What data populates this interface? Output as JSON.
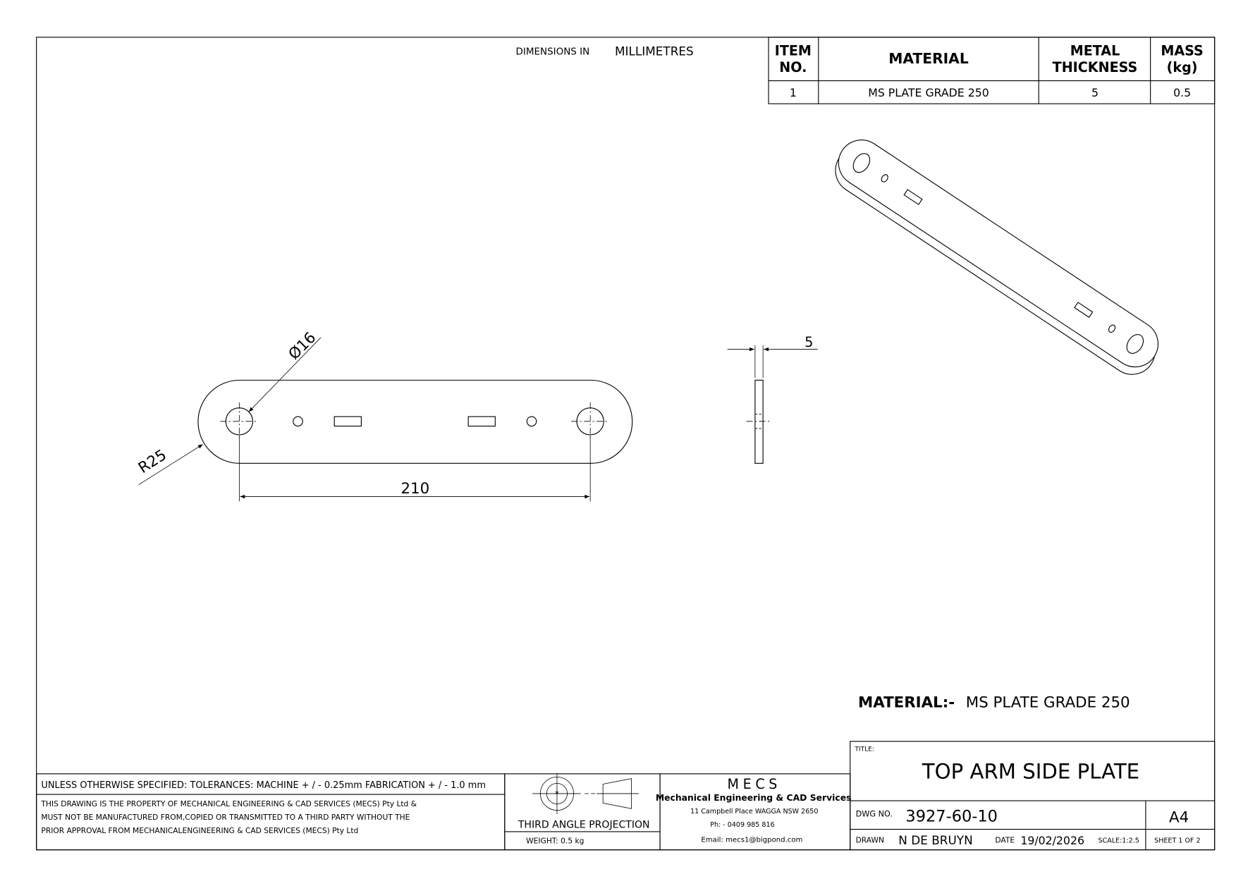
{
  "header": {
    "dimensions_label": "DIMENSIONS IN",
    "dimensions_unit": "MILLIMETRES"
  },
  "bom": {
    "headers": {
      "item_1": "ITEM",
      "item_2": "NO.",
      "material": "MATERIAL",
      "thickness_1": "METAL",
      "thickness_2": "THICKNESS",
      "mass_1": "MASS",
      "mass_2": "(kg)"
    },
    "rows": [
      {
        "item": "1",
        "material": "MS PLATE GRADE 250",
        "thickness": "5",
        "mass": "0.5"
      }
    ]
  },
  "dimensions": {
    "hole_dia": "Ø16",
    "radius": "R25",
    "length": "210",
    "thickness": "5"
  },
  "material_note": {
    "label": "MATERIAL:-",
    "value": "MS PLATE GRADE 250"
  },
  "notes": {
    "tolerances": "UNLESS OTHERWISE SPECIFIED: TOLERANCES: MACHINE + / - 0.25mm  FABRICATION + / - 1.0 mm",
    "property_lines": [
      "THIS DRAWING IS THE PROPERTY OF MECHANICAL ENGINEERING & CAD SERVICES (MECS) Pty Ltd &",
      "MUST NOT BE MANUFACTURED FROM,COPIED OR TRANSMITTED TO A THIRD PARTY WITHOUT THE",
      "PRIOR APPROVAL FROM MECHANICALENGINEERING & CAD SERVICES (MECS) Pty Ltd"
    ]
  },
  "projection": {
    "label": "THIRD ANGLE PROJECTION",
    "weight": "WEIGHT: 0.5 kg"
  },
  "company": {
    "logo": "MECS",
    "name": "Mechanical Engineering & CAD Services",
    "address": "11 Campbell Place WAGGA NSW 2650",
    "phone": "Ph: - 0409 985 816",
    "email": "Email: mecs1@bigpond.com"
  },
  "title_block": {
    "title_label": "TITLE:",
    "title": "TOP ARM SIDE PLATE",
    "dwg_label": "DWG NO.",
    "dwg_no": "3927-60-10",
    "size": "A4",
    "drawn_label": "DRAWN",
    "drawn_by": "N DE BRUYN",
    "date_label": "DATE",
    "date": "19/02/2026",
    "scale": "SCALE:1:2.5",
    "sheet": "SHEET 1 OF 2"
  }
}
